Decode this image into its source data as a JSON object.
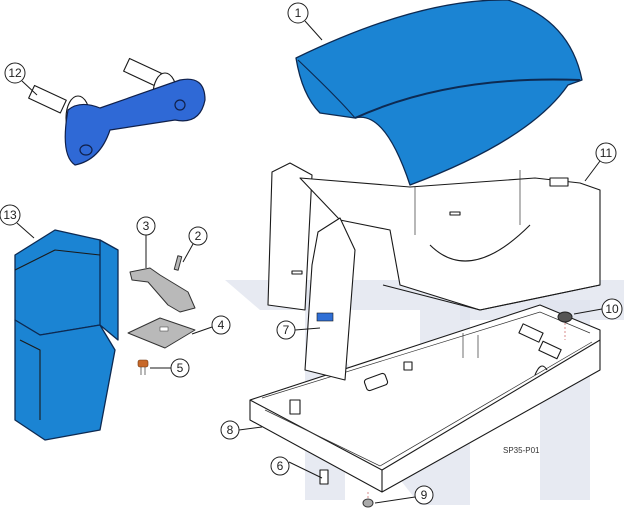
{
  "figure": {
    "type": "exploded parts diagram",
    "drawing_code": "SP35-P01",
    "colors": {
      "cover_blue": "#1b84d3",
      "ribbon_blue": "#2f69d6",
      "watermark": "#dfe3ee",
      "outline": "#1a1a1a",
      "label_blue": "#2f6fd6",
      "capacitor_orange": "#c8692a"
    }
  },
  "callouts": [
    {
      "num": "1",
      "part": "top-cover"
    },
    {
      "num": "2",
      "part": "spring"
    },
    {
      "num": "3",
      "part": "lever"
    },
    {
      "num": "4",
      "part": "bracket-plate"
    },
    {
      "num": "5",
      "part": "component"
    },
    {
      "num": "6",
      "part": "connector"
    },
    {
      "num": "7",
      "part": "label"
    },
    {
      "num": "8",
      "part": "base-chassis"
    },
    {
      "num": "9",
      "part": "nut"
    },
    {
      "num": "10",
      "part": "foot"
    },
    {
      "num": "11",
      "part": "latch"
    },
    {
      "num": "12",
      "part": "ribbon-cartridge"
    },
    {
      "num": "13",
      "part": "card-hopper"
    }
  ]
}
